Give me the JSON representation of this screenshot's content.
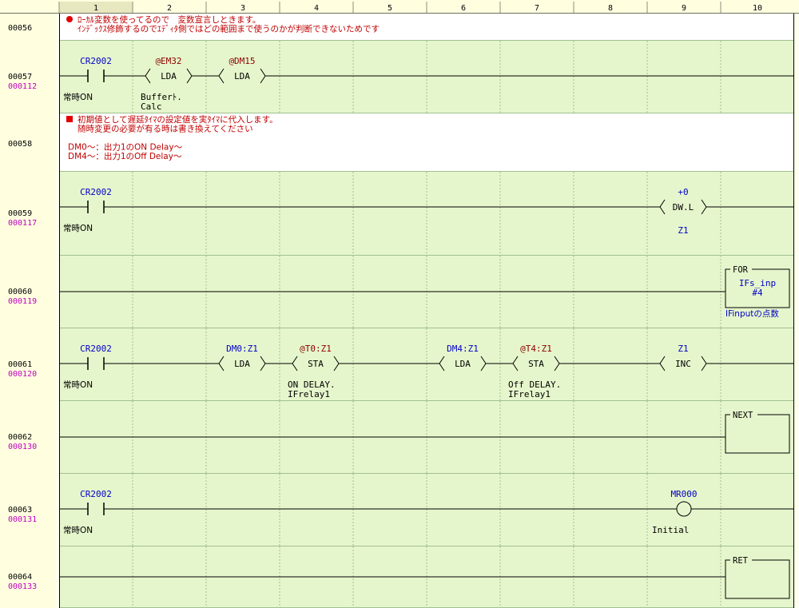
{
  "columns": [
    "1",
    "2",
    "3",
    "4",
    "5",
    "6",
    "7",
    "8",
    "9",
    "10"
  ],
  "colors": {
    "background": "#fffff0",
    "rung": "#e6f6cc",
    "comment_bg": "#ffffff",
    "header": "#ffffe0",
    "grid": "#a0c090",
    "line": "#000000",
    "device_blue": "#0000c8",
    "device_red": "#8b0000",
    "comment_red": "#c00000",
    "step_purple": "#c000c0",
    "selected_col": "#e8e8c0"
  },
  "rows": [
    {
      "line": "00056",
      "step": "",
      "type": "comment",
      "bullet": "circle",
      "text": [
        "ﾛｰｶﾙ変数を使ってるので　変数宣言しときます。",
        "ｲﾝﾃﾞｯｸｽ修飾するのでｴﾃﾞｨﾀ側ではどの範囲まで使うのかが判断できないためです"
      ]
    },
    {
      "line": "00057",
      "step": "000112",
      "type": "rung",
      "contact": {
        "device": "CR2002",
        "comment": "常時ON"
      },
      "instrs": [
        {
          "dev": "@EM32",
          "op": "LDA",
          "comment": [
            "Bufferﾄ.",
            "Calc"
          ]
        },
        {
          "dev": "@DM15",
          "op": "LDA",
          "comment": []
        }
      ]
    },
    {
      "line": "00058",
      "step": "",
      "type": "comment",
      "bullet": "square",
      "text": [
        "初期値として遅延ﾀｲﾏの設定値を実ﾀｲﾏに代入します。",
        "随時変更の必要が有る時は書き換えてください",
        "",
        "DM0～：出力1のON Delay～",
        "DM4～：出力1のOff Delay～"
      ]
    },
    {
      "line": "00059",
      "step": "000117",
      "type": "rung",
      "contact": {
        "device": "CR2002",
        "comment": "常時ON"
      },
      "dw": {
        "value": "+0",
        "op": "DW.L",
        "dest": "Z1"
      }
    },
    {
      "line": "00060",
      "step": "000119",
      "type": "box",
      "box": {
        "title": "FOR",
        "body": [
          "IFs_inp",
          "#4"
        ],
        "comment": "IFinputの点数"
      }
    },
    {
      "line": "00061",
      "step": "000120",
      "type": "rung",
      "contact": {
        "device": "CR2002",
        "comment": "常時ON"
      },
      "instrs": [
        {
          "dev": "DM0:Z1",
          "op": "LDA",
          "comment": []
        },
        {
          "dev": "@T0:Z1",
          "op": "STA",
          "comment": [
            "ON DELAY.",
            "IFrelay1"
          ]
        },
        {
          "dev": "DM4:Z1",
          "op": "LDA",
          "comment": []
        },
        {
          "dev": "@T4:Z1",
          "op": "STA",
          "comment": [
            "Off DELAY.",
            "IFrelay1"
          ]
        },
        {
          "dev": "Z1",
          "op": "INC",
          "comment": []
        }
      ]
    },
    {
      "line": "00062",
      "step": "000130",
      "type": "box",
      "box": {
        "title": "NEXT",
        "body": [],
        "comment": ""
      }
    },
    {
      "line": "00063",
      "step": "000131",
      "type": "rung",
      "contact": {
        "device": "CR2002",
        "comment": "常時ON"
      },
      "coil": {
        "device": "MR000",
        "comment": "Initial"
      }
    },
    {
      "line": "00064",
      "step": "000133",
      "type": "box",
      "box": {
        "title": "RET",
        "body": [],
        "comment": ""
      }
    }
  ]
}
